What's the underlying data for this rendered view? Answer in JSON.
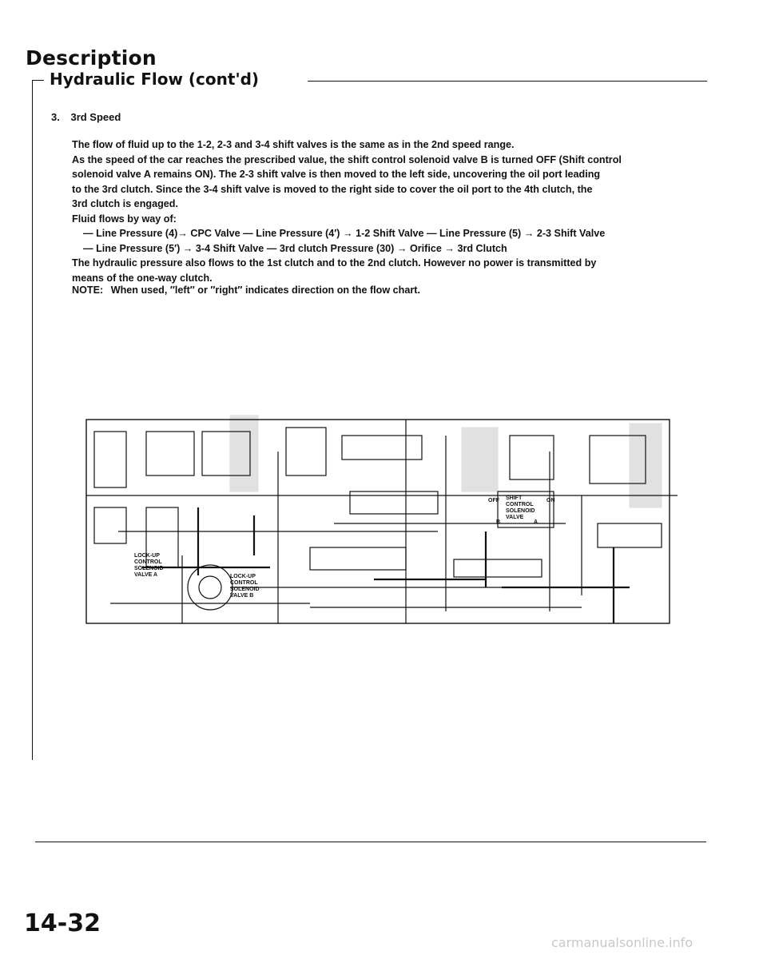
{
  "header": {
    "title": "Description",
    "section": "Hydraulic Flow (cont'd)"
  },
  "step": {
    "number": "3.",
    "title": "3rd Speed"
  },
  "paragraph": {
    "lines": [
      "The flow of fluid up to the 1-2, 2-3 and 3-4 shift valves is the same as in the 2nd speed range.",
      "As the speed of the car reaches the prescribed value, the shift control solenoid valve B is turned OFF (Shift control",
      "solenoid valve A remains ON). The 2-3 shift valve is then moved to the left side, uncovering the oil port leading",
      "to the 3rd clutch. Since the 3-4 shift valve is moved to the right side to cover the oil port to the 4th clutch, the",
      "3rd clutch is engaged.",
      "Fluid flows by way of:"
    ],
    "flow_lines": [
      "— Line Pressure (4)→ CPC Valve — Line Pressure (4′) → 1-2 Shift Valve — Line Pressure (5) → 2-3 Shift Valve",
      "— Line Pressure (5′) → 3-4 Shift Valve — 3rd clutch Pressure (30) → Orifice → 3rd Clutch"
    ],
    "closing_lines": [
      "The hydraulic pressure also flows to the 1st clutch and to the 2nd clutch. However no power is transmitted by",
      "means of the one-way clutch."
    ]
  },
  "note": {
    "label": "NOTE:",
    "text": "When used, ″left″ or ″right″ indicates direction on the flow chart."
  },
  "diagram": {
    "labels": {
      "shift_solenoid": [
        "SHIFT",
        "CONTROL",
        "SOLENOID",
        "VALVE"
      ],
      "lockup_a": [
        "LOCK-UP",
        "CONTROL",
        "SOLENOID",
        "VALVE A"
      ],
      "lockup_b": [
        "LOCK-UP",
        "CONTROL",
        "SOLENOID",
        "VALVE B"
      ],
      "off": "OFF",
      "on": "ON",
      "b": "B",
      "a": "A"
    }
  },
  "footer": {
    "page_number": "14-32",
    "watermark": "carmanualsonline.info"
  }
}
